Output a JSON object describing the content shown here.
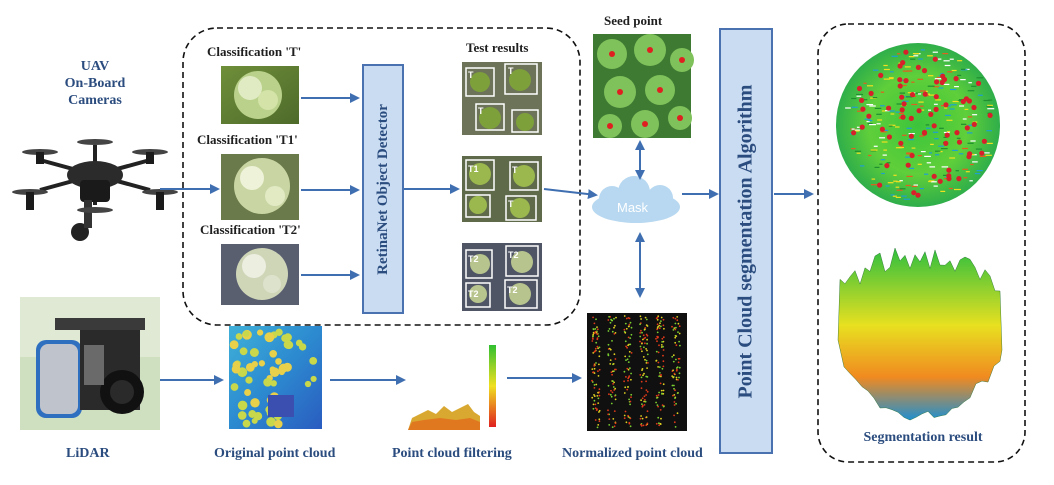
{
  "labels": {
    "uav": "UAV\nOn-Board\nCameras",
    "lidar": "LiDAR",
    "class_t": "Classification 'T'",
    "class_t1": "Classification 'T1'",
    "class_t2": "Classification 'T2'",
    "detector": "RetinaNet Object Detector",
    "test_results": "Test results",
    "seed_point": "Seed point",
    "mask": "Mask",
    "algorithm": "Point Cloud segmentation Algorithm",
    "segmentation_result": "Segmentation result",
    "original_cloud": "Original point cloud",
    "filtering": "Point cloud filtering",
    "normalized_cloud": "Normalized point cloud"
  },
  "detections": {
    "t": [
      "T",
      "T",
      "T"
    ],
    "t1": [
      "T1",
      "T",
      "T"
    ],
    "t2": [
      "T2",
      "T2",
      "T2",
      "T2"
    ]
  },
  "colors": {
    "arrow": "#3f6fb0",
    "box_fill": "#c9dcf2",
    "box_border": "#4a72b0",
    "label_blue": "#2b4c7e"
  }
}
